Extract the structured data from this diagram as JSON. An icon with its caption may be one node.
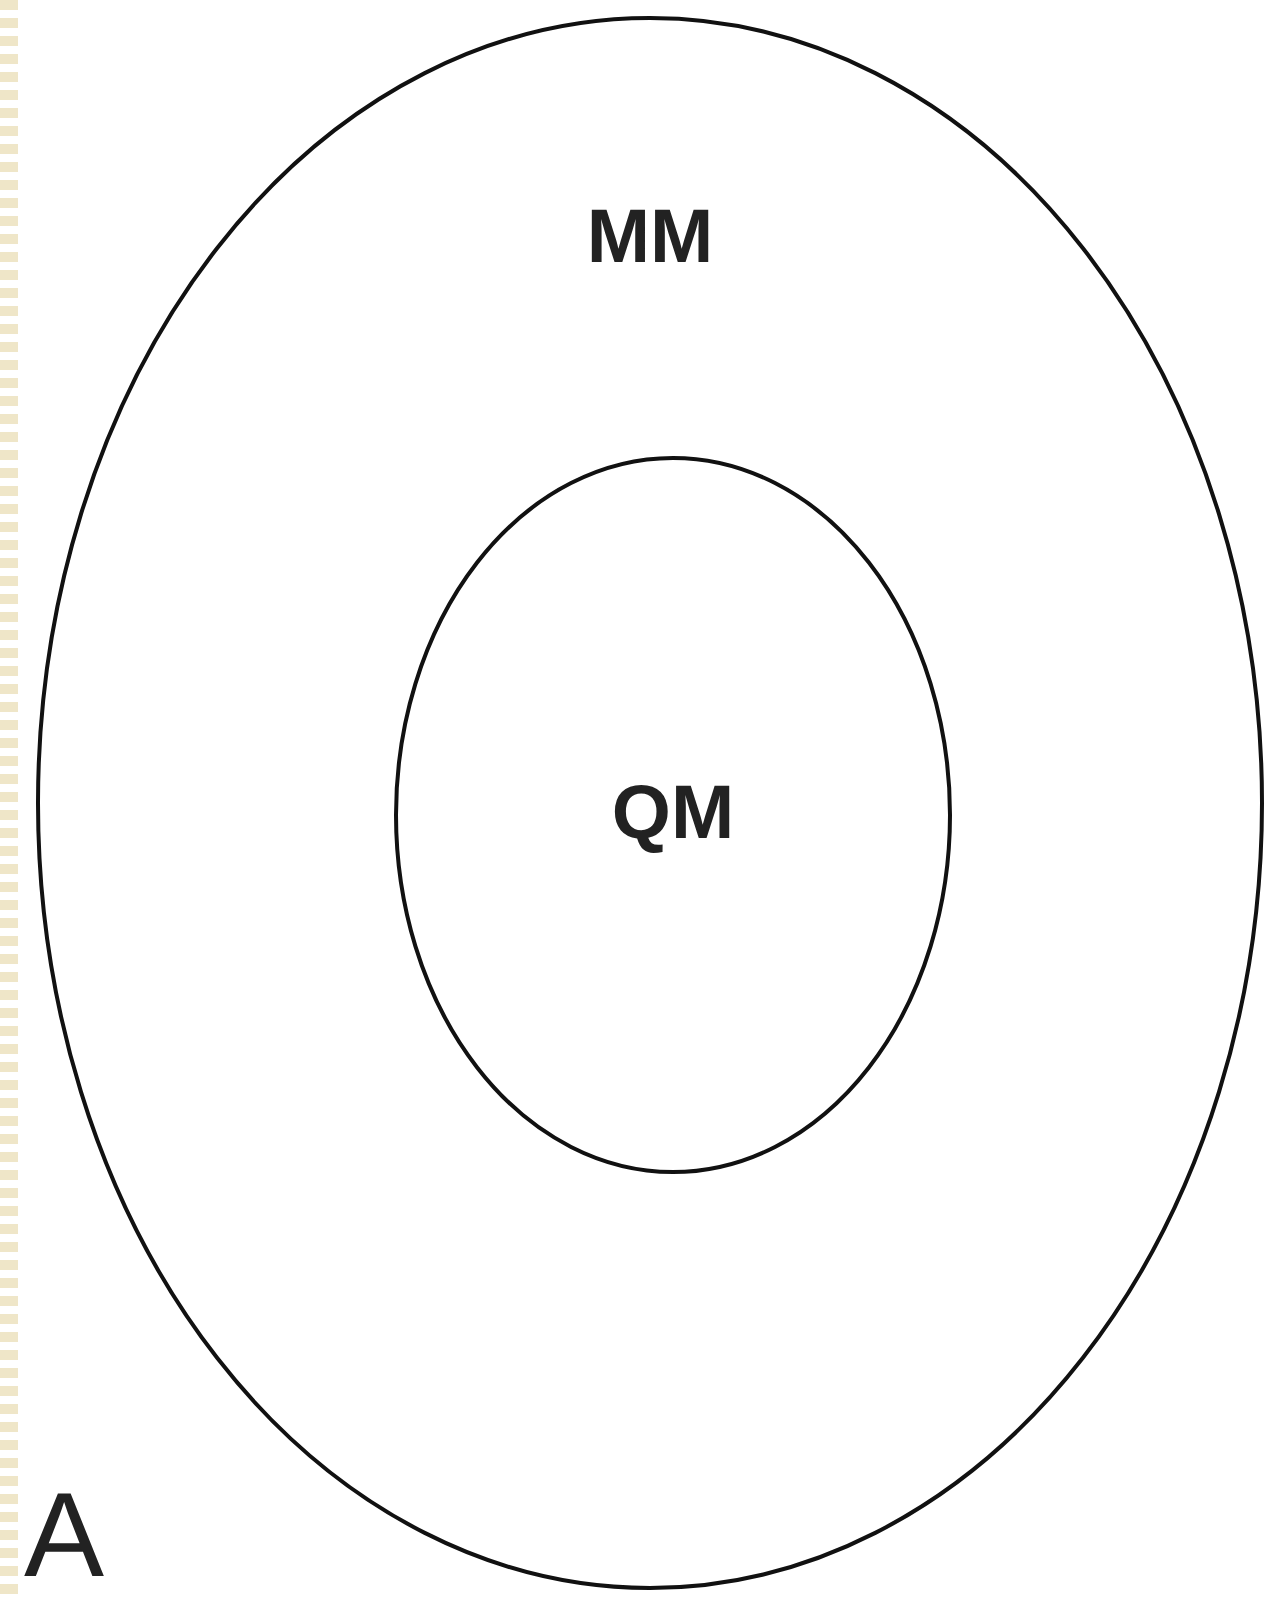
{
  "diagram": {
    "nodes": [
      {
        "text": [
          "MM"
        ]
      },
      {
        "text": [
          "QM"
        ],
        "in": 0
      }
    ],
    "labels": [
      "A"
    ]
  }
}
